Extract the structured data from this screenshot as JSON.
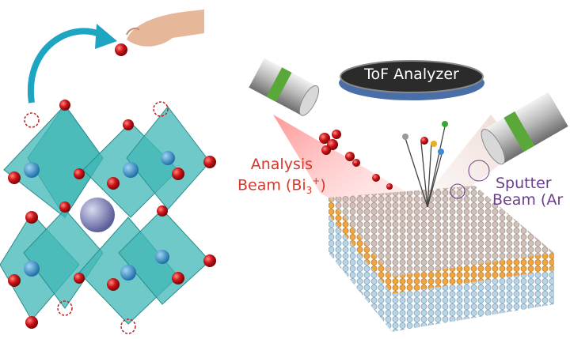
{
  "analyzer": {
    "label": "ToF Analyzer"
  },
  "analysis_beam": {
    "line1": "Analysis",
    "line2_prefix": "Beam (Bi",
    "subscript": "3",
    "superscript": "+",
    "line2_suffix": ")"
  },
  "sputter_beam": {
    "line1": "Sputter",
    "line2": "Beam (Ar"
  },
  "colors": {
    "octahedron": "#3fb7b6",
    "oxygen": "#d0161b",
    "b_site": "#2a8fc7",
    "a_site": "#8c8fc0",
    "analysis": "#d9362b",
    "sputter": "#6a3f8c",
    "gun_band": "#5aa83a",
    "surface_orange": "#e9a13a",
    "bulk_blue": "#9fc6dc"
  }
}
